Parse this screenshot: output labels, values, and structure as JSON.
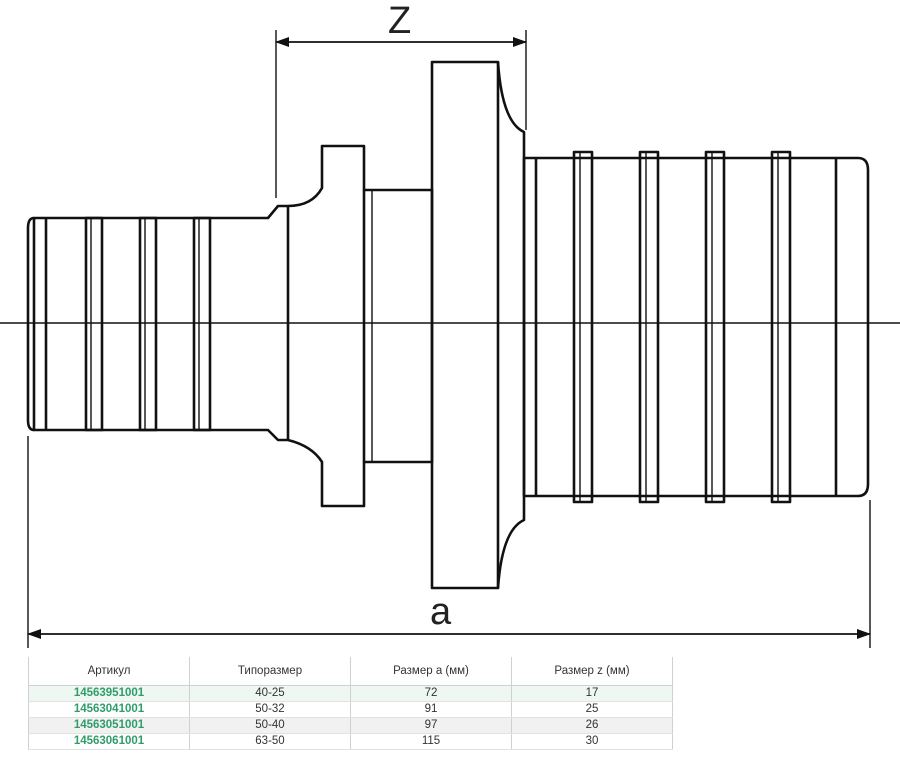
{
  "diagram": {
    "dimension_z": "Z",
    "dimension_a": "a"
  },
  "table": {
    "headers": [
      "Артикул",
      "Типоразмер",
      "Размер а (мм)",
      "Размер z (мм)"
    ],
    "rows": [
      [
        "14563951001",
        "40-25",
        "72",
        "17"
      ],
      [
        "14563041001",
        "50-32",
        "91",
        "25"
      ],
      [
        "14563051001",
        "50-40",
        "97",
        "26"
      ],
      [
        "14563061001",
        "63-50",
        "115",
        "30"
      ]
    ]
  }
}
